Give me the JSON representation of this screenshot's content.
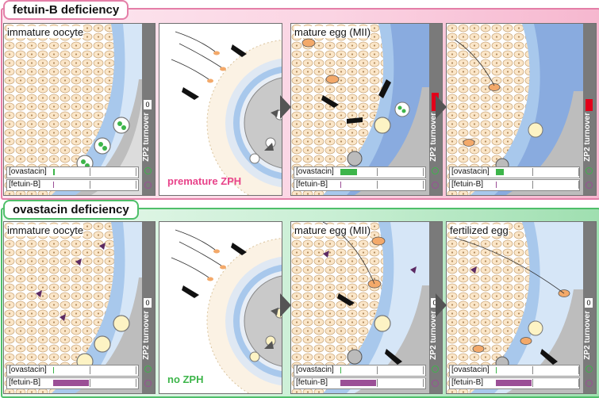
{
  "colors": {
    "fetuin_accent": "#e47fa8",
    "ovastacin_accent": "#4fbf6a",
    "ovastacin_bar": "#3db54a",
    "fetuinB_bar": "#9b4f96",
    "zp2_red": "#e2001a",
    "zona_blue": "#a8c8ec"
  },
  "top_section": {
    "title": "fetuin-B deficiency",
    "panel1": {
      "title": "immature oocyte"
    },
    "panel2": {
      "caption": "premature ZPH"
    },
    "panel3": {
      "title": "mature egg (MII)"
    },
    "panel4": {
      "title": ""
    }
  },
  "bottom_section": {
    "title": "ovastacin deficiency",
    "panel1": {
      "title": "immature oocyte"
    },
    "panel2": {
      "caption": "no ZPH"
    },
    "panel3": {
      "title": "mature egg (MII)"
    },
    "panel4": {
      "title": "fertilized egg"
    }
  },
  "sidebar": {
    "label": "ZP2 turnover",
    "zero": "0"
  },
  "legend": {
    "row1": "[ovastacin]",
    "row2": "[fetuin-B]"
  },
  "levels": {
    "top": {
      "p1": {
        "ovastacin": 0.02,
        "fetuinB": 0.0,
        "zp2": 0
      },
      "p3": {
        "ovastacin": 0.2,
        "fetuinB": 0.0,
        "zp2": 0.15
      },
      "p4": {
        "ovastacin": 0.1,
        "fetuinB": 0.0,
        "zp2": 0.1
      }
    },
    "bottom": {
      "p1": {
        "ovastacin": 0.0,
        "fetuinB": 0.43,
        "zp2": 0
      },
      "p3": {
        "ovastacin": 0.0,
        "fetuinB": 0.43,
        "zp2": 0
      },
      "p4": {
        "ovastacin": 0.0,
        "fetuinB": 0.43,
        "zp2": 0
      }
    }
  }
}
